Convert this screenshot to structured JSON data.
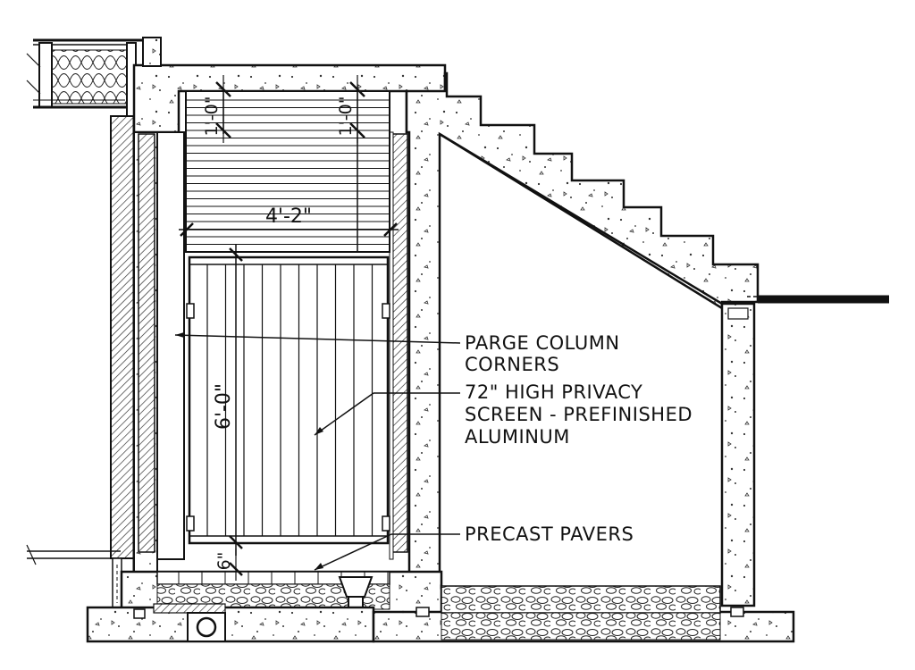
{
  "dimensions": {
    "top_left": "1'-0\"",
    "top_right": "1'-0\"",
    "width": "4'-2\"",
    "height": "6'-0\"",
    "bottom": "6\""
  },
  "callouts": [
    {
      "lines": [
        "PARGE COLUMN",
        "CORNERS"
      ]
    },
    {
      "lines": [
        "72\" HIGH PRIVACY",
        "SCREEN - PREFINISHED",
        "ALUMINUM"
      ]
    },
    {
      "lines": [
        "PRECAST PAVERS"
      ]
    }
  ],
  "colors": {
    "ink": "#111111",
    "background": "#ffffff"
  }
}
